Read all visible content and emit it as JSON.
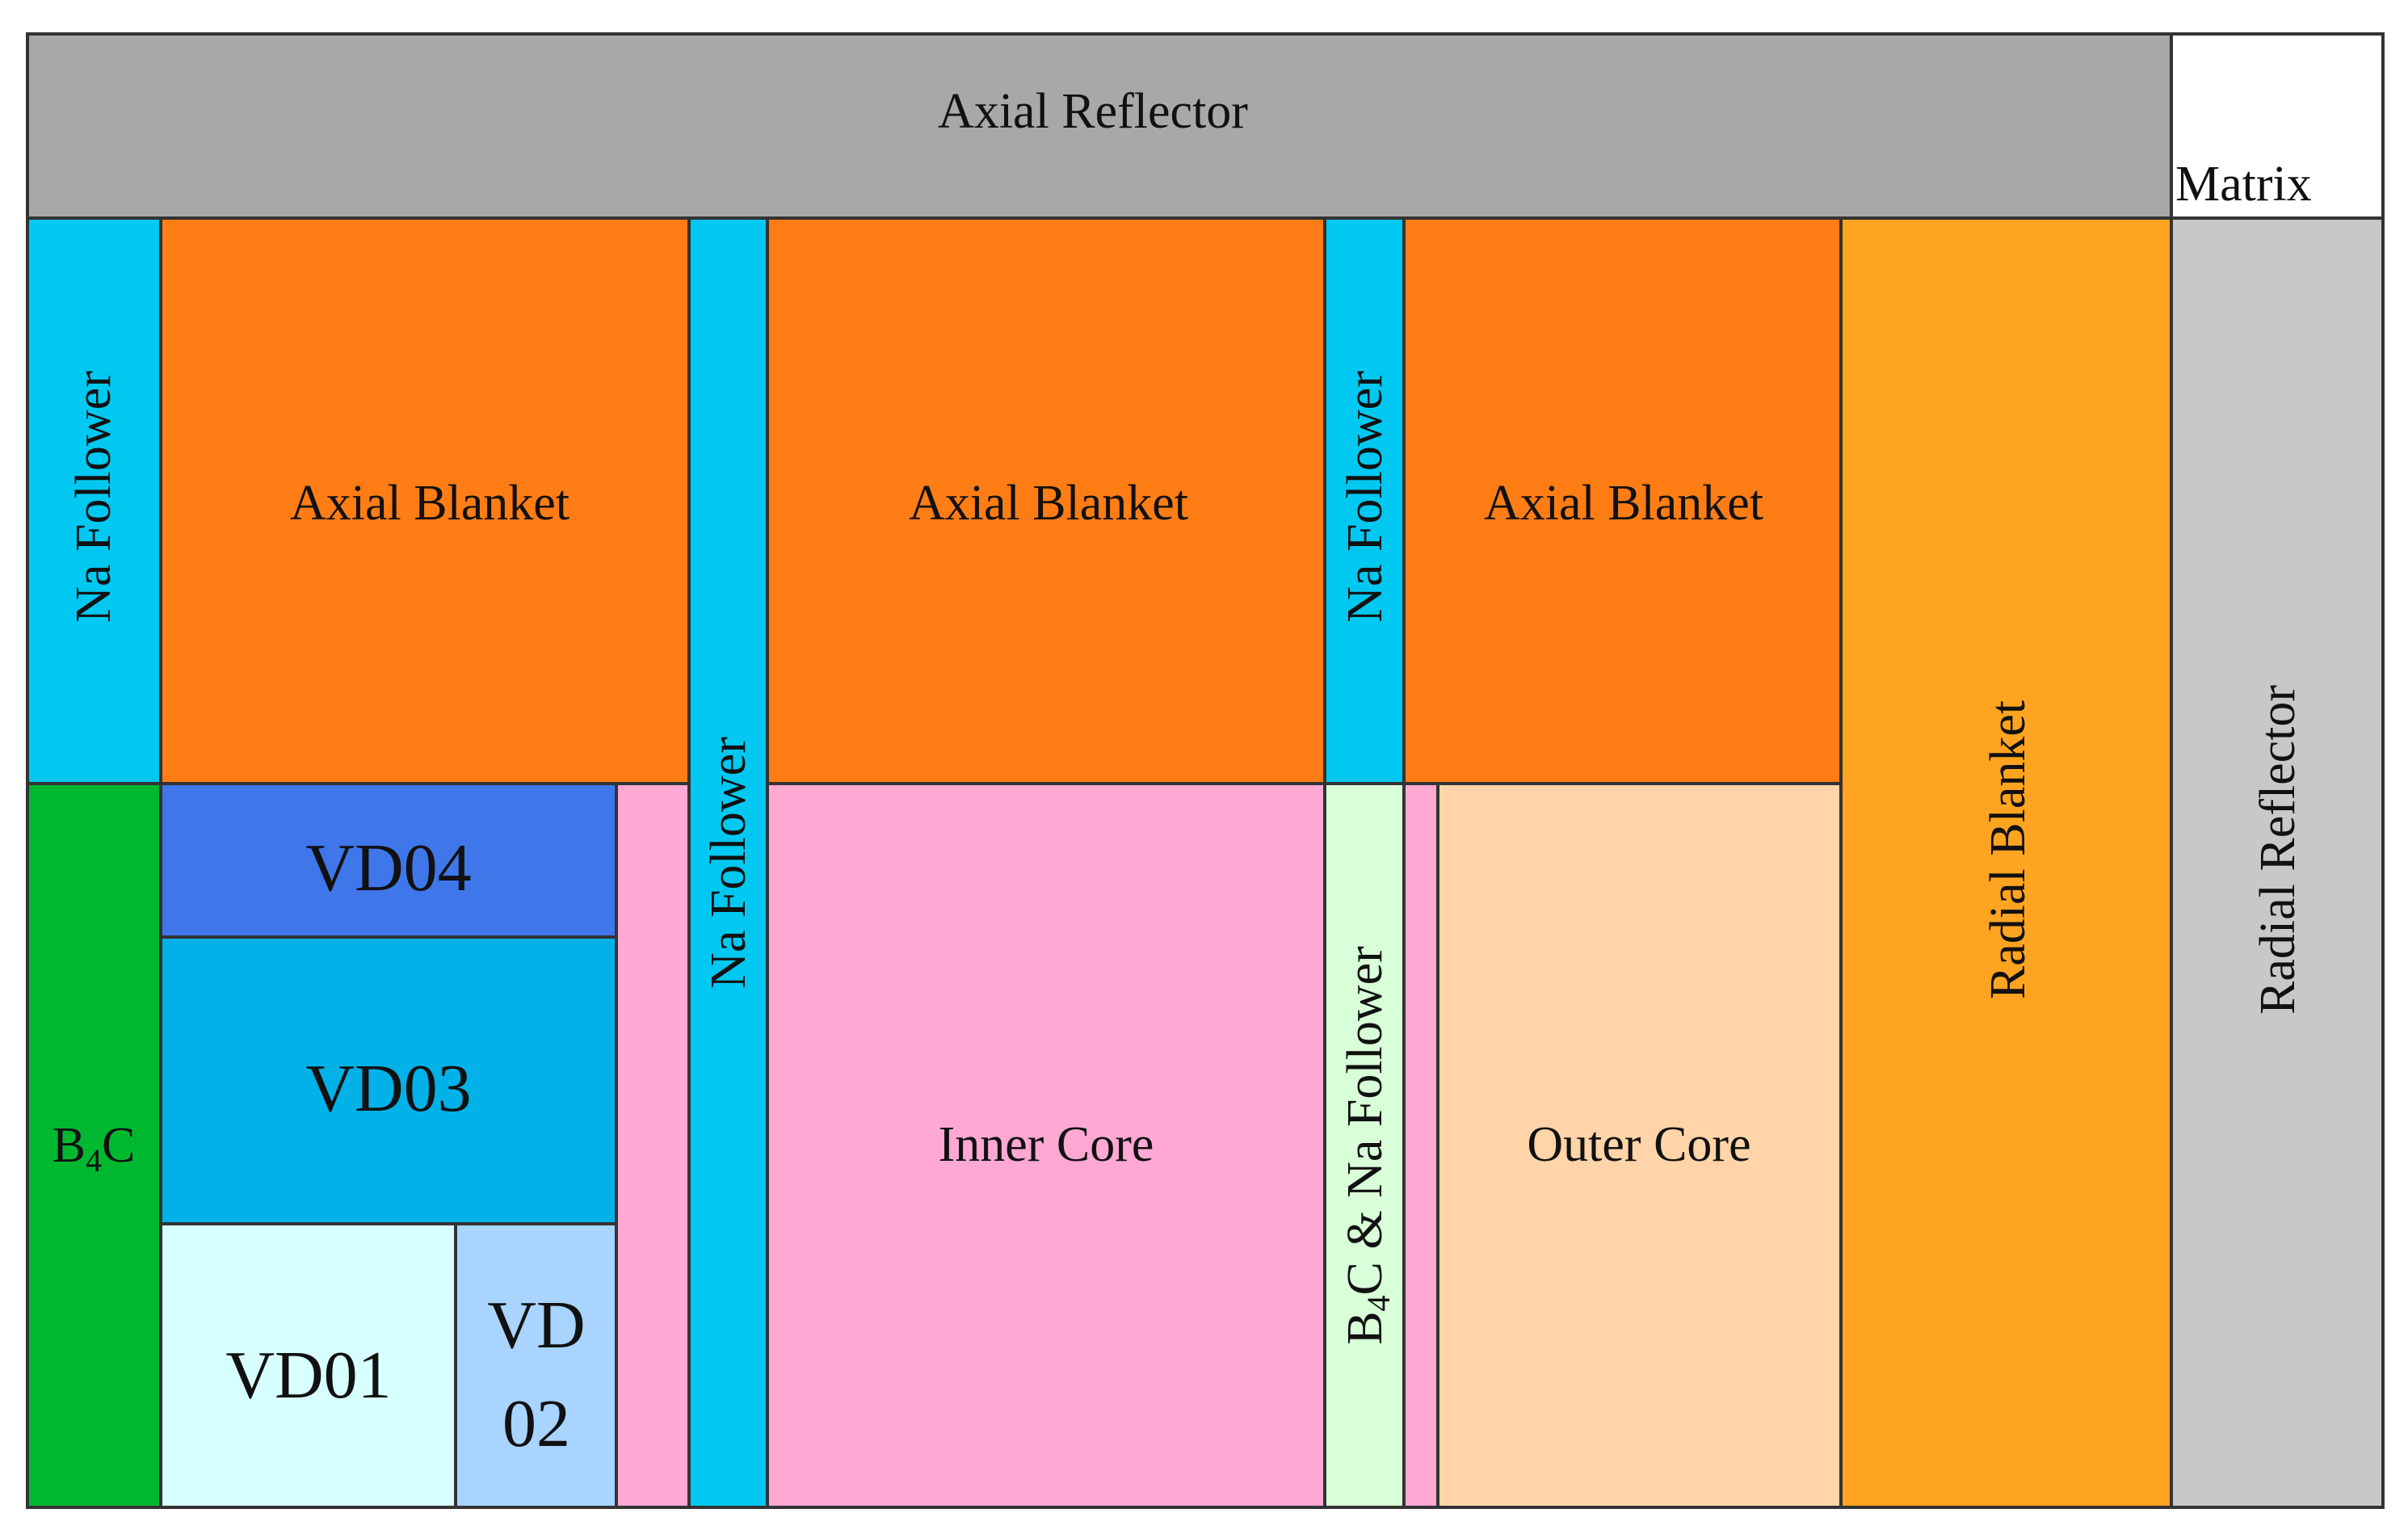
{
  "diagram": {
    "colors": {
      "axial_reflector": "#a8a8a8",
      "matrix": "#ffffff",
      "na_follower": "#00c8f0",
      "axial_blanket": "#ff7d14",
      "b4c": "#00b830",
      "vd04": "#3f76ea",
      "vd03": "#00b2e8",
      "vd01": "#d8ffff",
      "vd02": "#a8d4ff",
      "inner_core": "#ffa8d4",
      "b4c_na_follower": "#d8ffd8",
      "outer_core": "#ffd4a8",
      "radial_blanket": "#ffa420",
      "radial_reflector": "#c8c8c8",
      "outline": "#333333"
    },
    "labels": {
      "axial_reflector": "Axial Reflector",
      "matrix": "Matrix",
      "na_follower": "Na Follower",
      "axial_blanket": "Axial Blanket",
      "b4c_b": "B",
      "b4c_sub": "4",
      "b4c_c": "C",
      "vd04": "VD04",
      "vd03": "VD03",
      "vd01": "VD01",
      "vd02_line1": "VD",
      "vd02_line2": "02",
      "inner_core": "Inner Core",
      "b4c_na_b": "B",
      "b4c_na_sub": "4",
      "b4c_na_rest": "C & Na Follower",
      "outer_core": "Outer Core",
      "radial_blanket": "Radial Blanket",
      "radial_reflector": "Radial Reflector"
    }
  }
}
